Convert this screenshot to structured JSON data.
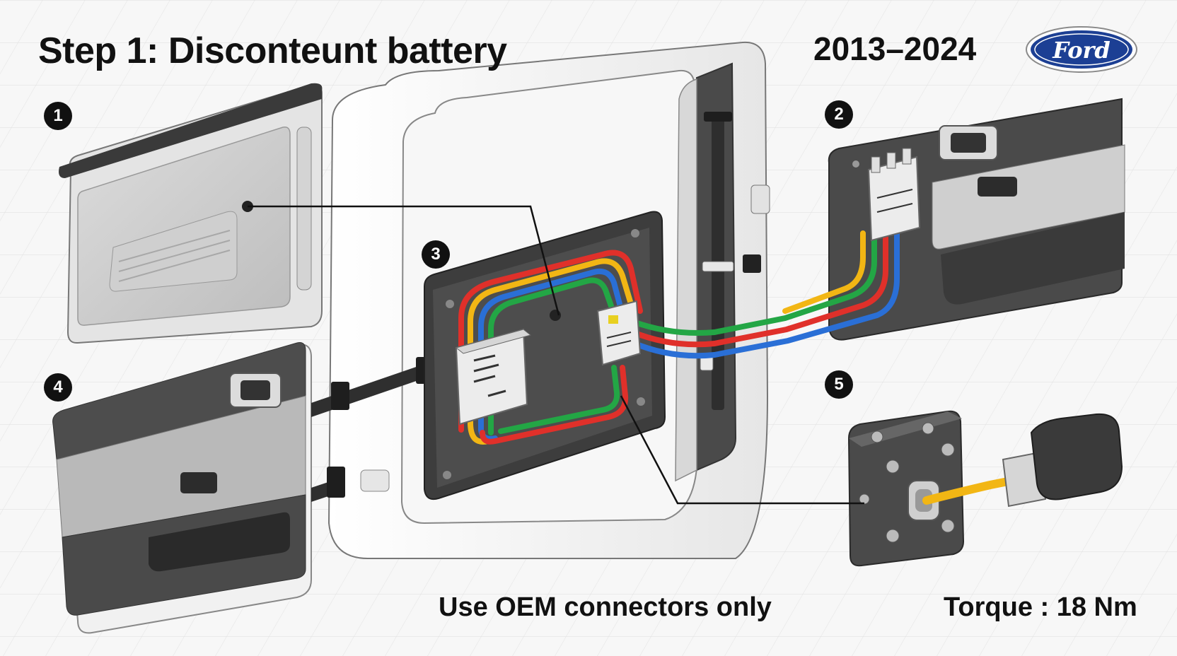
{
  "header": {
    "title": "Step 1: Disconteunt battery",
    "years": "2013–2024",
    "brand_logo_text": "Ford"
  },
  "callouts": [
    "1",
    "2",
    "3",
    "4",
    "5"
  ],
  "footer": {
    "note": "Use OEM connectors only",
    "torque": "Torque : 18 Nm"
  },
  "wire_colors": {
    "yellow": "#f2b614",
    "blue": "#2a6fd6",
    "red": "#e0302a",
    "green": "#23a645"
  },
  "brand_color": "#1c3f94"
}
